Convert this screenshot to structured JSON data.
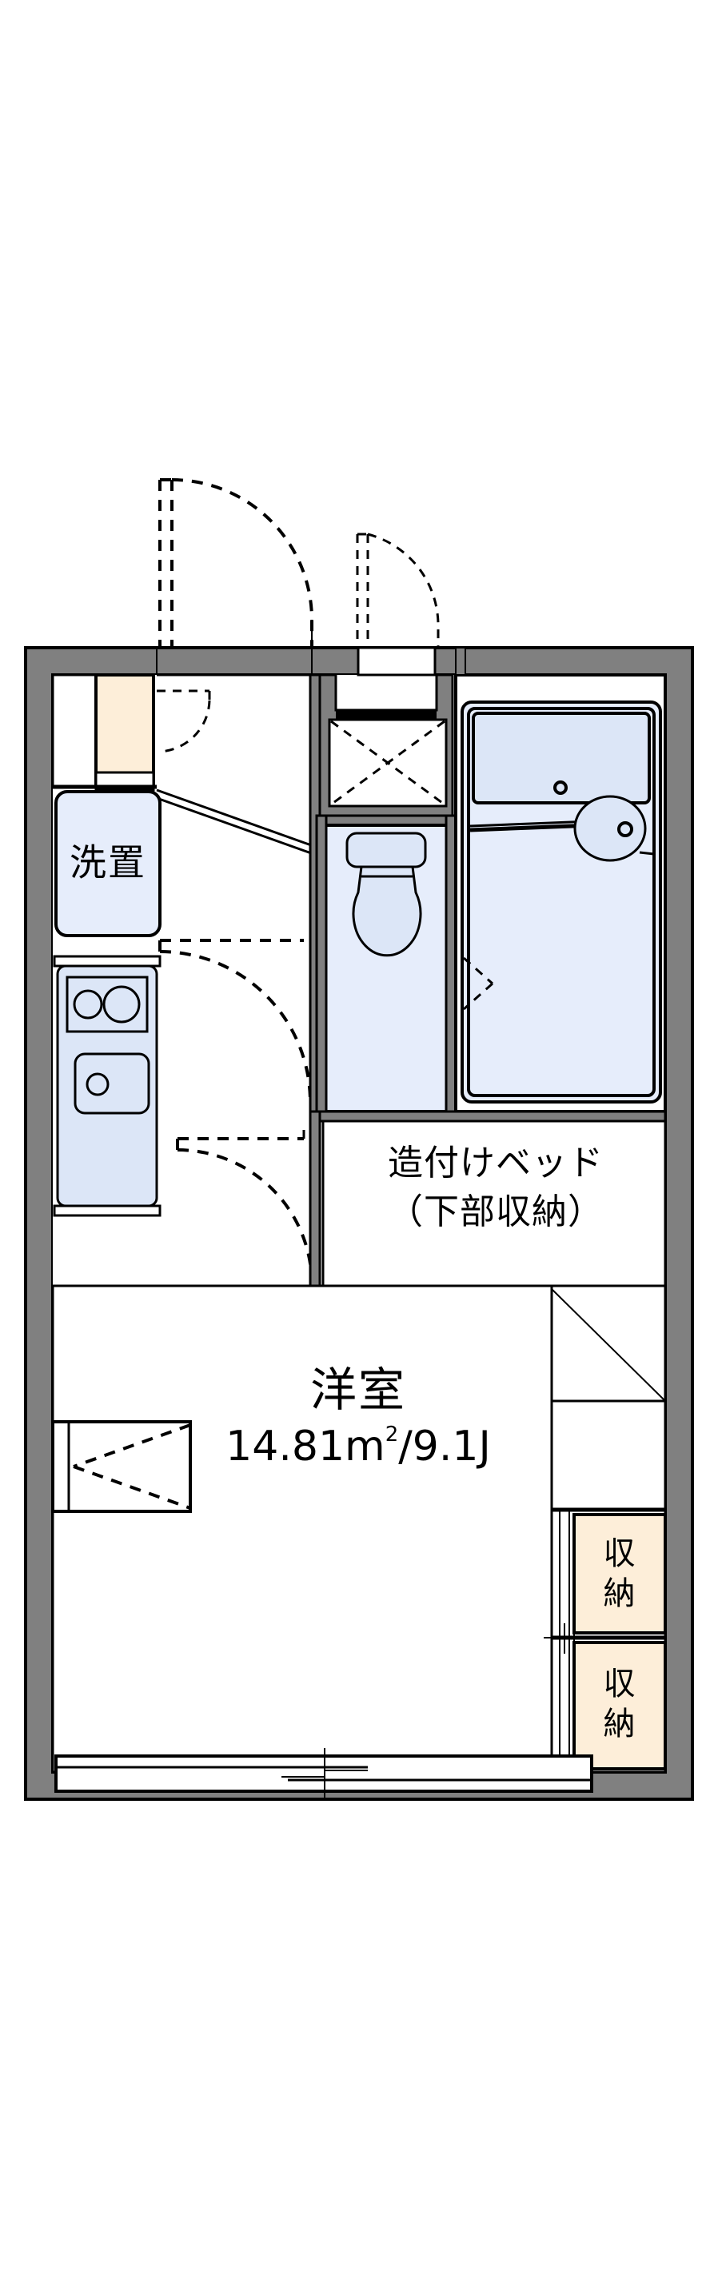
{
  "document": {
    "type": "floor-plan",
    "language": "ja",
    "background_color": "#ffffff"
  },
  "colors": {
    "wall": "#808080",
    "outline": "#000000",
    "fixture_blue": "#dce6f7",
    "fixture_blue_pale": "#e6edfb",
    "closet_beige": "#fdeed9",
    "room_white": "#ffffff"
  },
  "rooms": [
    {
      "id": "main-room",
      "name": "洋室",
      "area_metric": "14.81",
      "area_unit": "㎡",
      "area_separator": "/",
      "area_jo": "9.1",
      "area_jo_unit": "J",
      "area_line": "14.81㎡/9.1J"
    }
  ],
  "labels": {
    "main_room_name": "洋室",
    "main_room_area_prefix": "14.81m",
    "main_room_area_superscript": "2",
    "main_room_area_suffix": "/9.1J",
    "built_in_bed_line1": "造付けベッド",
    "built_in_bed_line2": "（下部収納）",
    "washer_place": "洗置",
    "closet_upper_line1": "収",
    "closet_upper_line2": "納",
    "closet_lower_line1": "収",
    "closet_lower_line2": "納"
  },
  "fixtures": [
    {
      "id": "kitchen-stove",
      "name": "two-burner-stove",
      "burners": 2
    },
    {
      "id": "kitchen-sink",
      "name": "kitchen-sink",
      "drains": 1
    },
    {
      "id": "washer-place",
      "name": "washing-machine-space",
      "label": "洗置"
    },
    {
      "id": "toilet",
      "name": "toilet-with-tank"
    },
    {
      "id": "bathtub",
      "name": "bathtub"
    },
    {
      "id": "vanity-sink",
      "name": "round-washbasin"
    },
    {
      "id": "shoe-box",
      "name": "shoe-cabinet"
    },
    {
      "id": "entry-alcove",
      "name": "entrance-alcove"
    },
    {
      "id": "built-in-bed",
      "name": "built-in-bed-with-under-storage"
    },
    {
      "id": "closet-upper",
      "name": "closet",
      "label": "収納"
    },
    {
      "id": "closet-lower",
      "name": "closet",
      "label": "収納"
    },
    {
      "id": "balcony-window",
      "name": "sliding-window"
    },
    {
      "id": "side-window",
      "name": "side-window"
    },
    {
      "id": "loft-shelf",
      "name": "overhead-shelf"
    }
  ],
  "doors": [
    {
      "id": "entrance-door",
      "name": "entrance-swing-door",
      "swing": "inward"
    },
    {
      "id": "toilet-door",
      "name": "toilet-swing-door",
      "swing": "outward"
    },
    {
      "id": "shoe-box-door",
      "name": "shoe-cabinet-door"
    },
    {
      "id": "kitchen-hall-door",
      "name": "hallway-swing-door"
    },
    {
      "id": "room-door",
      "name": "room-entry-door"
    },
    {
      "id": "bath-door",
      "name": "bathroom-folding-door"
    }
  ]
}
